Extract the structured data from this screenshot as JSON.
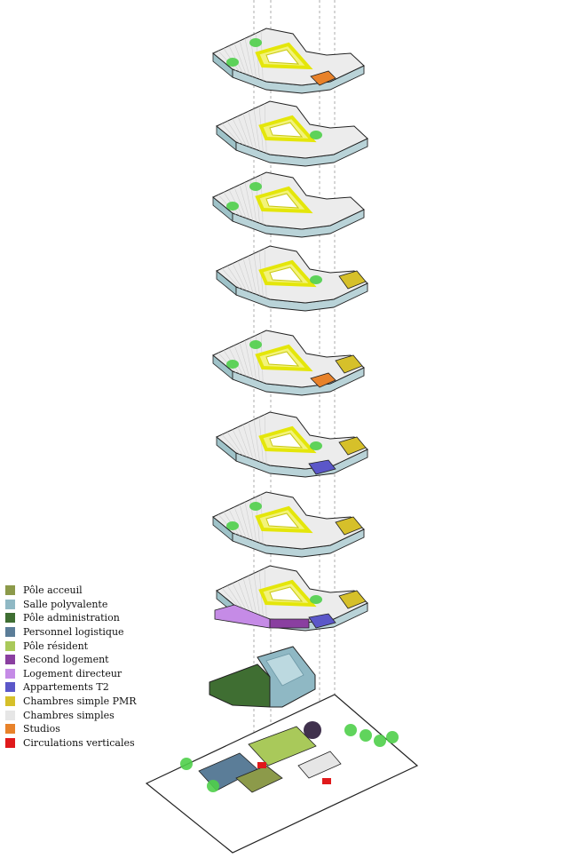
{
  "legend": [
    {
      "label": "Pôle acceuil",
      "color": "#8c9a4a"
    },
    {
      "label": "Salle polyvalente",
      "color": "#8fb8c4"
    },
    {
      "label": "Pôle administration",
      "color": "#3f6e32"
    },
    {
      "label": "Personnel logistique",
      "color": "#5b7d98"
    },
    {
      "label": "Pôle résident",
      "color": "#a9c95a"
    },
    {
      "label": "Second logement",
      "color": "#8a3fa0"
    },
    {
      "label": "Logement directeur",
      "color": "#c58be6"
    },
    {
      "label": "Appartements T2",
      "color": "#5b57c9"
    },
    {
      "label": "Chambres simple PMR",
      "color": "#d6c02a"
    },
    {
      "label": "Chambres simples",
      "color": "#e6e6e6"
    },
    {
      "label": "Studios",
      "color": "#e8822a"
    },
    {
      "label": "Circulations verticales",
      "color": "#e0191b"
    }
  ],
  "diagram": {
    "type": "exploded-axonometric-floor-stack",
    "floors": [
      {
        "level": "upper-9",
        "programs": [
          "Chambres simples",
          "Studios"
        ]
      },
      {
        "level": "upper-8",
        "programs": [
          "Chambres simples"
        ]
      },
      {
        "level": "upper-7",
        "programs": [
          "Chambres simples"
        ]
      },
      {
        "level": "upper-6",
        "programs": [
          "Chambres simples",
          "Chambres simple PMR"
        ]
      },
      {
        "level": "upper-5",
        "programs": [
          "Chambres simples",
          "Chambres simple PMR",
          "Studios"
        ]
      },
      {
        "level": "upper-4",
        "programs": [
          "Chambres simples",
          "Chambres simple PMR",
          "Appartements T2"
        ]
      },
      {
        "level": "upper-3",
        "programs": [
          "Chambres simples",
          "Chambres simple PMR"
        ]
      },
      {
        "level": "upper-2",
        "programs": [
          "Chambres simples",
          "Chambres simple PMR",
          "Logement directeur",
          "Second logement",
          "Appartements T2"
        ]
      },
      {
        "level": "lower",
        "programs": [
          "Pôle administration",
          "Salle polyvalente"
        ]
      },
      {
        "level": "ground",
        "programs": [
          "Personnel logistique",
          "Pôle résident",
          "Pôle acceuil",
          "Circulations verticales",
          "Chambres simples"
        ]
      }
    ],
    "colors": {
      "courtyard": "#e4e60a",
      "courtyard_light": "#f3f37a",
      "vegetation": "#4fcf4a",
      "roof": "#ececec",
      "outline": "#222222"
    }
  }
}
